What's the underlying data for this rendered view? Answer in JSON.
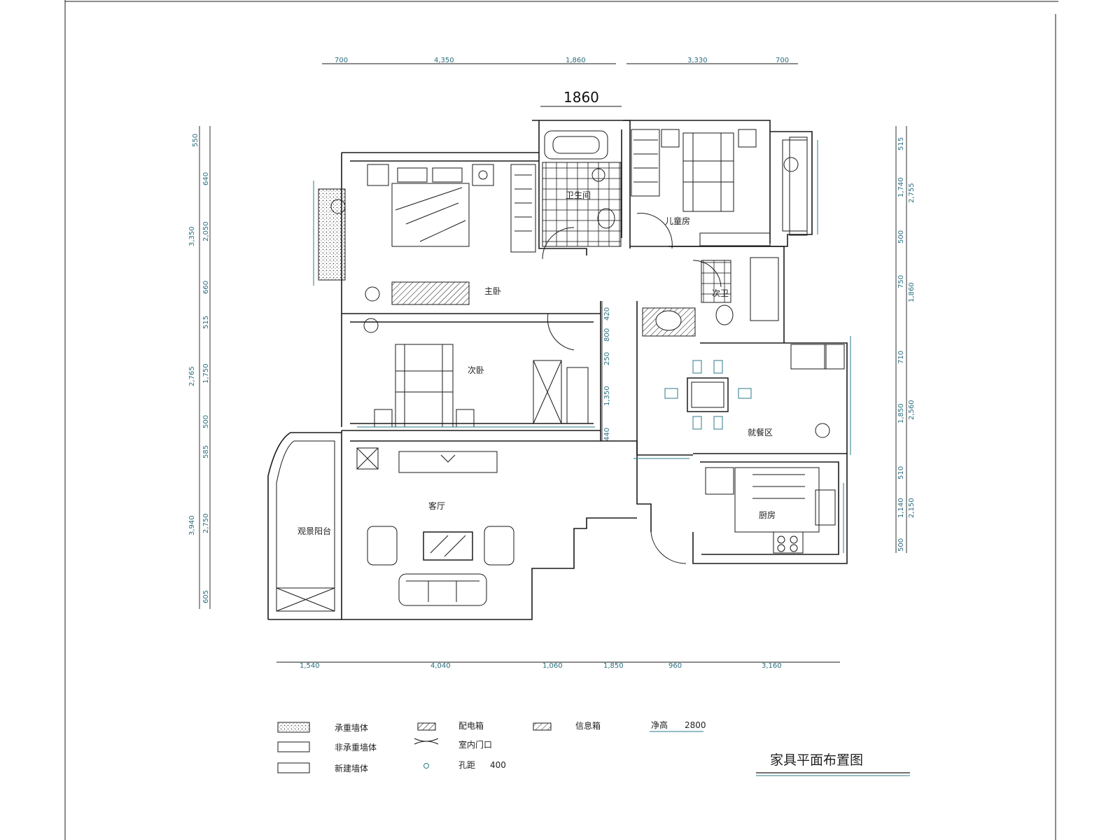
{
  "drawing": {
    "title": "家具平面布置图",
    "ceiling_height_label": "净高",
    "ceiling_height_value": "2800"
  },
  "rooms": {
    "master_bedroom": "主卧",
    "bathroom_upper": "卫生间",
    "kids_room": "儿童房",
    "second_bedroom": "次卧",
    "bathroom_lower": "次卫",
    "dining": "就餐区",
    "living": "客厅",
    "balcony": "观景阳台",
    "kitchen": "厨房"
  },
  "dimensions": {
    "top_big": "1860",
    "top": [
      "700",
      "4,350",
      "1,860",
      "3,330",
      "700"
    ],
    "bottom": [
      "1,540",
      "4,040",
      "1,060",
      "1,850",
      "960",
      "3,160"
    ],
    "left_a": [
      "550",
      "640",
      "2,050",
      "660",
      "515",
      "1,750",
      "500",
      "585",
      "2,750",
      "605"
    ],
    "left_b": [
      "3,350",
      "2,765",
      "3,940"
    ],
    "right_a": [
      "515",
      "1,740",
      "500",
      "750",
      "1,860",
      "710",
      "1,850",
      "510",
      "1,140",
      "500"
    ],
    "right_b": [
      "2,755",
      "2,560",
      "2,150"
    ],
    "inner": [
      "420",
      "800",
      "250",
      "1,350",
      "440"
    ]
  },
  "legend": {
    "load_bearing_wall": "承重墙体",
    "non_load_bearing_wall": "非承重墙体",
    "new_wall": "新建墙体",
    "distribution_box": "配电箱",
    "door_opening": "室内门口",
    "info_box": "信息箱",
    "hole_label": "孔距",
    "hole_value": "400"
  },
  "colors": {
    "ink": "#1a1a1a",
    "teal": "#2b7a8a"
  }
}
